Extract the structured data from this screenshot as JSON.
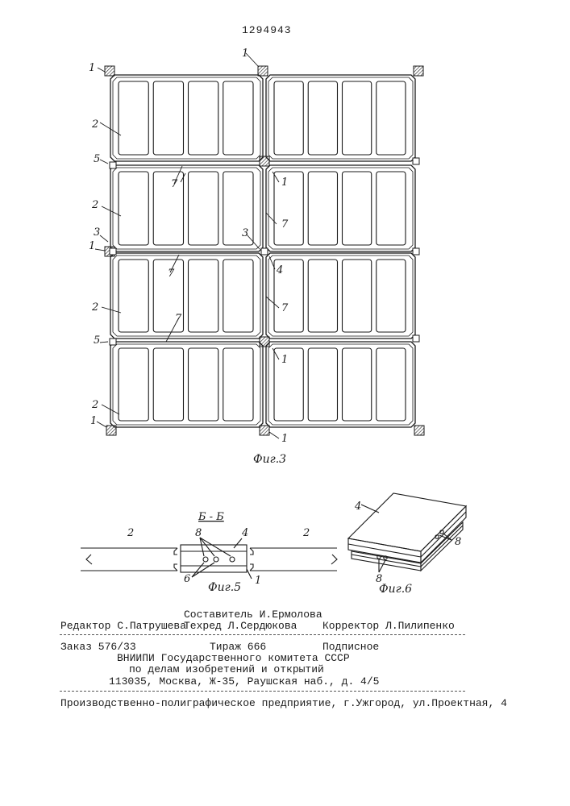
{
  "patent_number": "1294943",
  "fig3": {
    "caption": "Фиг.3",
    "labels": {
      "l1": "1",
      "l2": "2",
      "l3": "3",
      "l4": "4",
      "l5": "5",
      "l7": "7"
    }
  },
  "fig5": {
    "section": "Б - Б",
    "caption": "Фиг.5",
    "labels": {
      "l1": "1",
      "l2": "2",
      "l4": "4",
      "l6": "6",
      "l8": "8"
    }
  },
  "fig6": {
    "caption": "Фиг.6",
    "labels": {
      "l4": "4",
      "l8": "8"
    }
  },
  "credits": {
    "composer": "Составитель И.Ермолова",
    "editor": "Редактор С.Патрушева",
    "techred": "Техред Л.Сердюкова",
    "corrector": "Корректор Л.Пилипенко"
  },
  "order": {
    "order_no": "Заказ 576/33",
    "edition": "Тираж 666",
    "subscription": "Подписное",
    "org1": "ВНИИПИ Государственного комитета СССР",
    "org2": "по делам изобретений и открытий",
    "address": "113035, Москва, Ж-35, Раушская наб., д. 4/5"
  },
  "printer": "Производственно-полиграфическое предприятие, г.Ужгород, ул.Проектная, 4"
}
